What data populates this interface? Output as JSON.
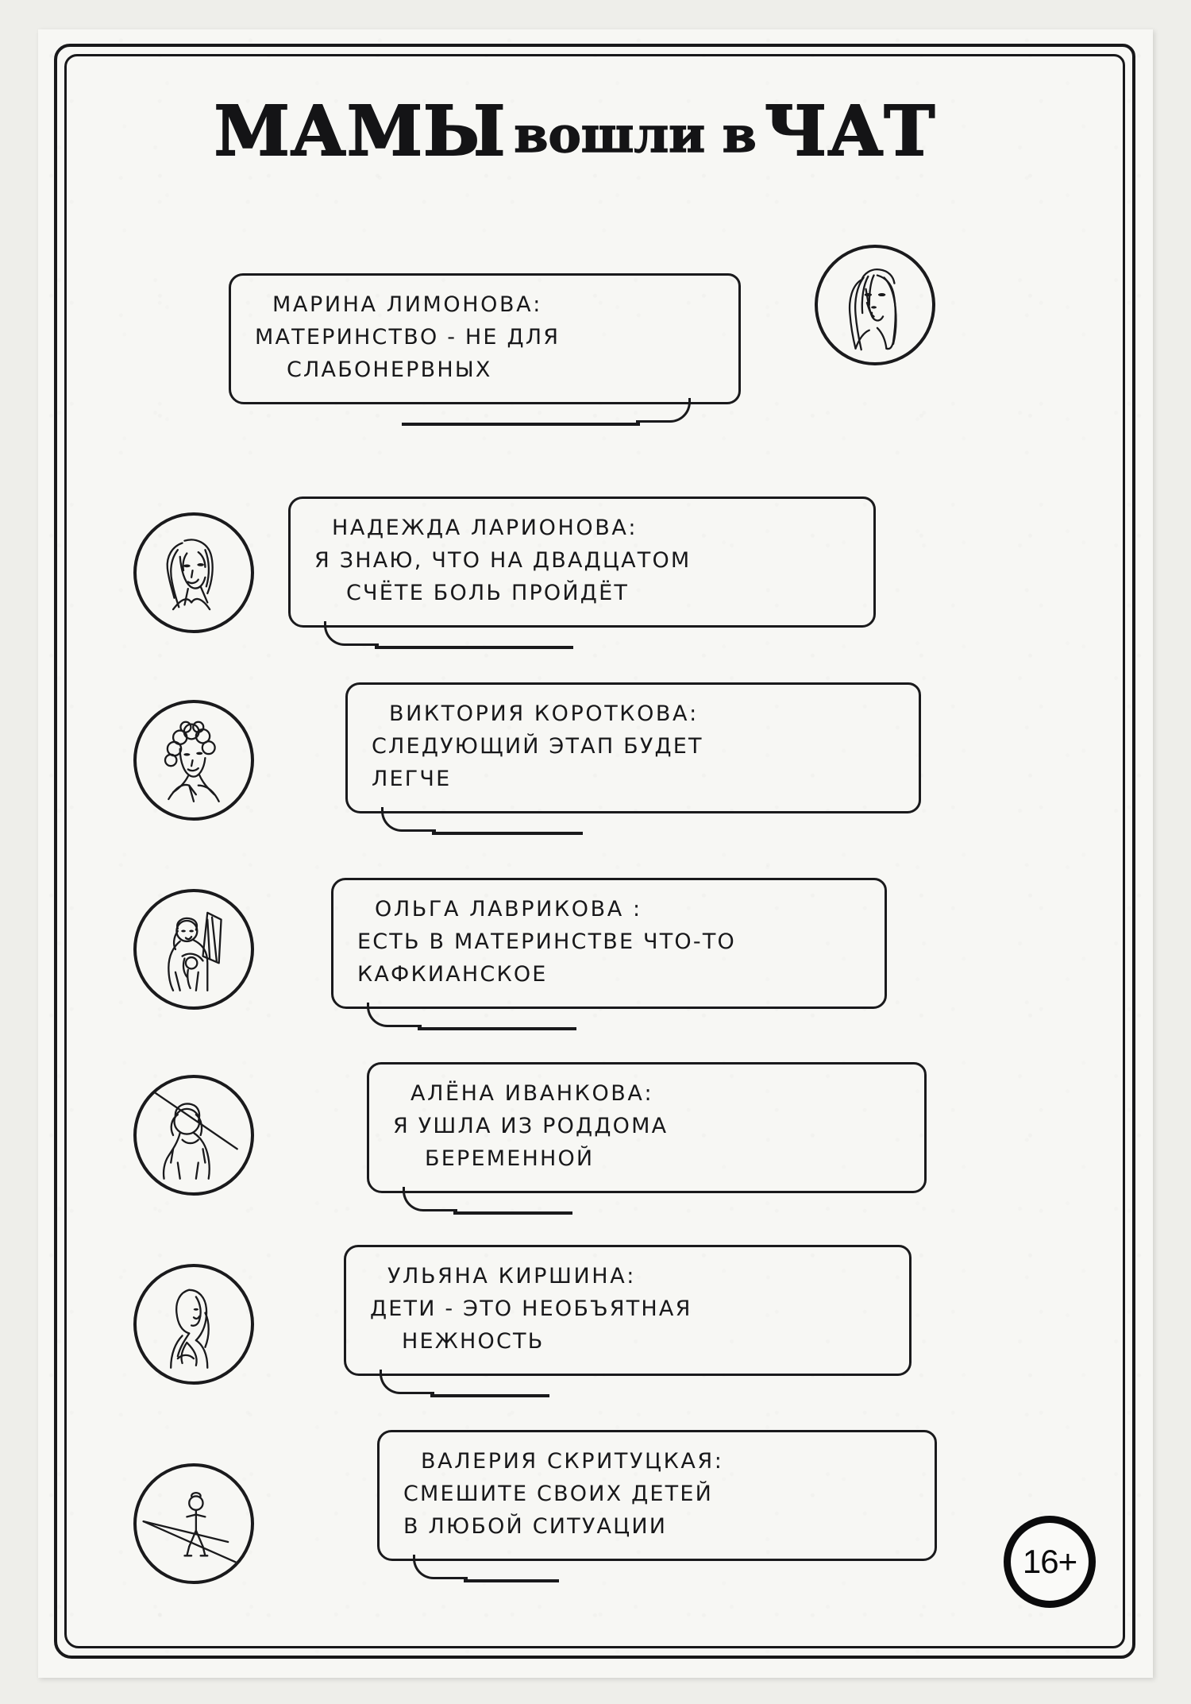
{
  "page": {
    "title_parts": [
      {
        "text": "МАМЫ",
        "style": "big"
      },
      {
        "text": "вошли в",
        "style": "mid"
      },
      {
        "text": "ЧАТ",
        "style": "big"
      }
    ],
    "title_full": "МАМЫ вошли в ЧАТ",
    "age_badge": "16+",
    "ink_color": "#18181a",
    "paper_color": "#f7f7f4",
    "background_color": "#eeeeea"
  },
  "chat": {
    "messages": [
      {
        "id": "marina-limonova",
        "avatar_side": "right",
        "avatar_name": "avatar-marina-limonova",
        "name": "МАРИНА ЛИМОНОВА:",
        "lines": [
          "МАТЕРИНСТВО - НЕ ДЛЯ",
          "СЛАБОНЕРВНЫХ"
        ]
      },
      {
        "id": "nadezhda-larionova",
        "avatar_side": "left",
        "avatar_name": "avatar-nadezhda-larionova",
        "name": "НАДЕЖДА ЛАРИОНОВА:",
        "lines": [
          "Я ЗНАЮ, ЧТО НА ДВАДЦАТОМ",
          "СЧЁТЕ БОЛЬ ПРОЙДЁТ"
        ]
      },
      {
        "id": "viktoriya-korotkova",
        "avatar_side": "left",
        "avatar_name": "avatar-viktoriya-korotkova",
        "name": "ВИКТОРИЯ КОРОТКОВА:",
        "lines": [
          "СЛЕДУЮЩИЙ  ЭТАП  БУДЕТ",
          "ЛЕГЧЕ"
        ]
      },
      {
        "id": "olga-lavrikova",
        "avatar_side": "left",
        "avatar_name": "avatar-olga-lavrikova",
        "name": "ОЛЬГА ЛАВРИКОВА :",
        "lines": [
          "ЕСТЬ В МАТЕРИНСТВЕ ЧТО-ТО",
          "КАФКИАНСКОЕ"
        ]
      },
      {
        "id": "alena-ivankova",
        "avatar_side": "left",
        "avatar_name": "avatar-alena-ivankova",
        "name": "АЛЁНА ИВАНКОВА:",
        "lines": [
          "Я УШЛА ИЗ РОДДОМА",
          "БЕРЕМЕННОЙ"
        ]
      },
      {
        "id": "ulyana-kirshina",
        "avatar_side": "left",
        "avatar_name": "avatar-ulyana-kirshina",
        "name": "УЛЬЯНА КИРШИНА:",
        "lines": [
          "ДЕТИ - ЭТО НЕОБЪЯТНАЯ",
          "НЕЖНОСТЬ"
        ]
      },
      {
        "id": "valeriya-skrituckaya",
        "avatar_side": "left",
        "avatar_name": "avatar-valeriya-skrituckaya",
        "name": "ВАЛЕРИЯ СКРИТУЦКАЯ:",
        "lines": [
          "СМЕШИТЕ СВОИХ ДЕТЕЙ",
          "В ЛЮБОЙ СИТУАЦИИ"
        ]
      }
    ]
  }
}
